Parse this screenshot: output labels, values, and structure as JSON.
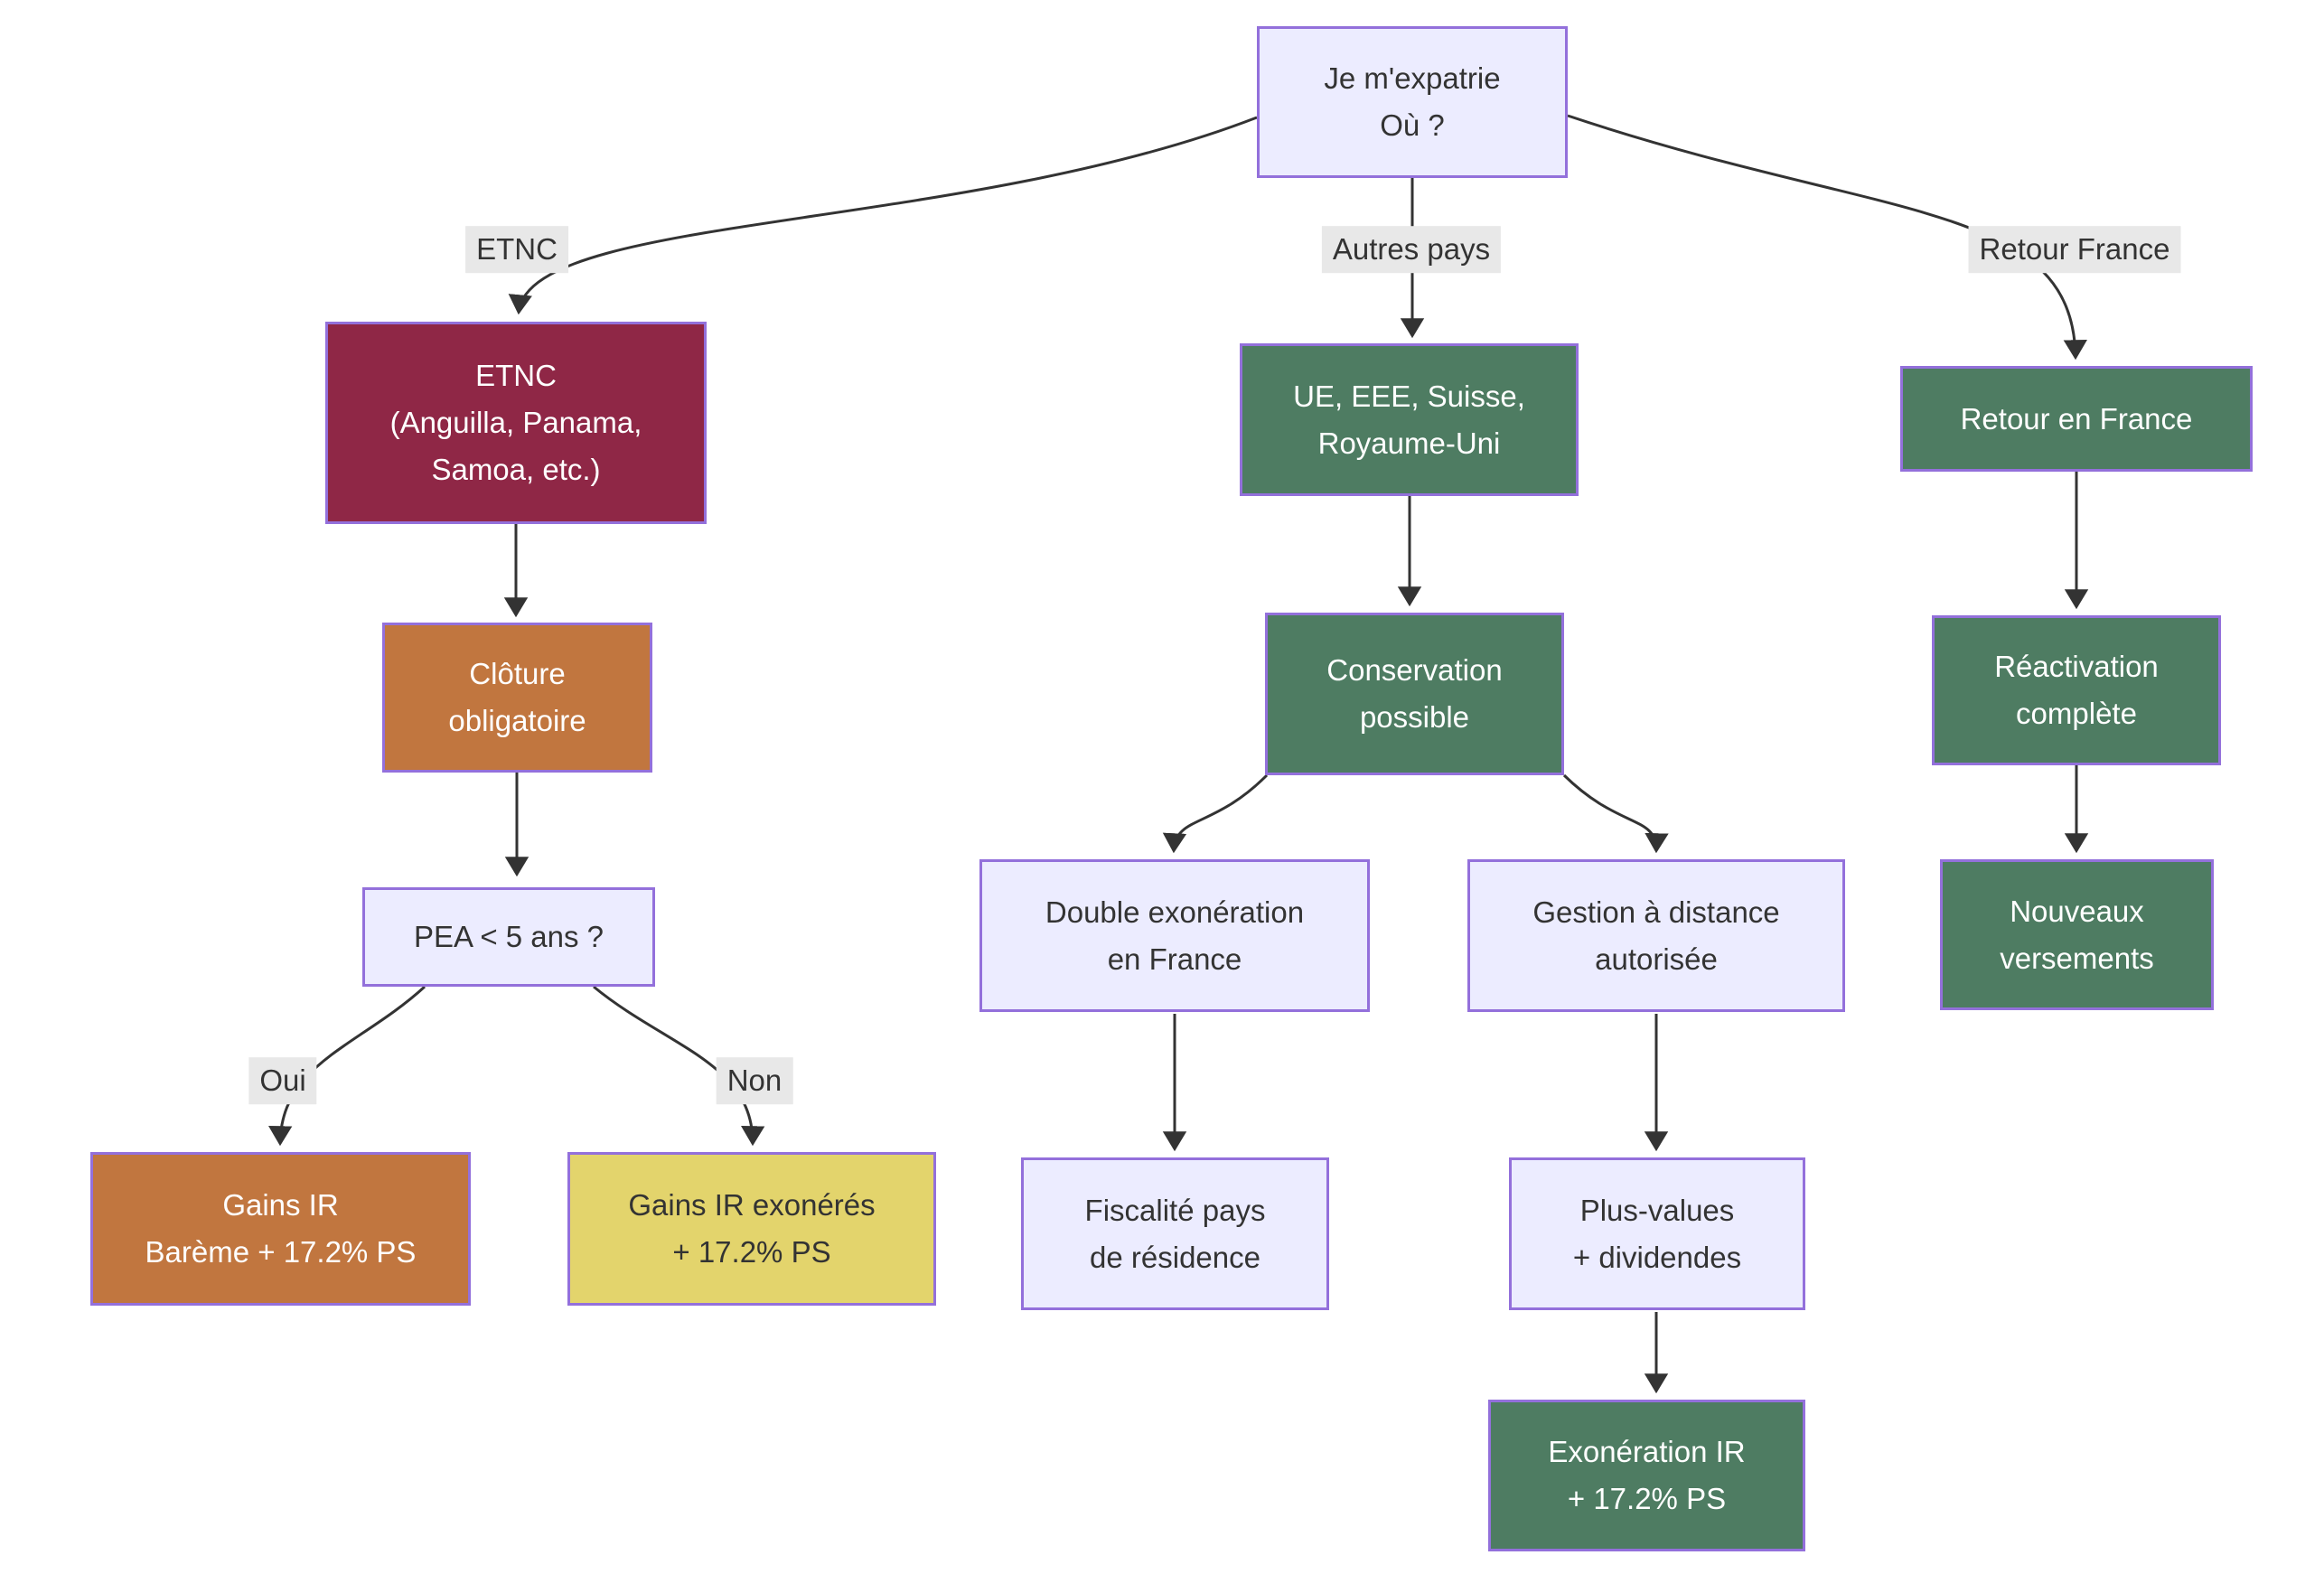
{
  "colors": {
    "lavender_fill": "#ECECFF",
    "node_border": "#9370DB",
    "red_fill": "#8F2746",
    "orange_fill": "#C1763F",
    "yellow_fill": "#E3D46C",
    "green_fill": "#4E7C62",
    "edge_label_bg": "#E8E8E8",
    "line_color": "#333333",
    "text_dark": "#333333",
    "text_light": "#FFFFFF",
    "canvas_bg": "#FFFFFF"
  },
  "nodes": {
    "root": {
      "lines": [
        "Je m'expatrie",
        "Où ?"
      ]
    },
    "etnc": {
      "lines": [
        "ETNC",
        "(Anguilla, Panama,",
        "Samoa, etc.)"
      ]
    },
    "ue": {
      "lines": [
        "UE, EEE, Suisse,",
        "Royaume-Uni"
      ]
    },
    "retour": {
      "lines": [
        "Retour en France"
      ]
    },
    "cloture": {
      "lines": [
        "Clôture",
        "obligatoire"
      ]
    },
    "conservation": {
      "lines": [
        "Conservation",
        "possible"
      ]
    },
    "reactivation": {
      "lines": [
        "Réactivation",
        "complète"
      ]
    },
    "pea": {
      "lines": [
        "PEA < 5 ans ?"
      ]
    },
    "double_exo": {
      "lines": [
        "Double exonération",
        "en France"
      ]
    },
    "gestion": {
      "lines": [
        "Gestion à distance",
        "autorisée"
      ]
    },
    "nouveaux": {
      "lines": [
        "Nouveaux",
        "versements"
      ]
    },
    "gains_ir": {
      "lines": [
        "Gains IR",
        "Barème + 17.2% PS"
      ]
    },
    "gains_exo": {
      "lines": [
        "Gains IR exonérés",
        "+ 17.2% PS"
      ]
    },
    "fiscalite": {
      "lines": [
        "Fiscalité pays",
        "de résidence"
      ]
    },
    "plus_values": {
      "lines": [
        "Plus-values",
        "+ dividendes"
      ]
    },
    "exoneration": {
      "lines": [
        "Exonération IR",
        "+ 17.2% PS"
      ]
    }
  },
  "edge_labels": {
    "etnc": "ETNC",
    "autres_pays": "Autres pays",
    "retour_france": "Retour France",
    "oui": "Oui",
    "non": "Non"
  },
  "edges": [
    {
      "from": "root",
      "to": "etnc",
      "label": "ETNC"
    },
    {
      "from": "root",
      "to": "ue",
      "label": "Autres pays"
    },
    {
      "from": "root",
      "to": "retour",
      "label": "Retour France"
    },
    {
      "from": "etnc",
      "to": "cloture",
      "label": ""
    },
    {
      "from": "cloture",
      "to": "pea",
      "label": ""
    },
    {
      "from": "pea",
      "to": "gains_ir",
      "label": "Oui"
    },
    {
      "from": "pea",
      "to": "gains_exo",
      "label": "Non"
    },
    {
      "from": "ue",
      "to": "conservation",
      "label": ""
    },
    {
      "from": "conservation",
      "to": "double_exo",
      "label": ""
    },
    {
      "from": "conservation",
      "to": "gestion",
      "label": ""
    },
    {
      "from": "double_exo",
      "to": "fiscalite",
      "label": ""
    },
    {
      "from": "gestion",
      "to": "plus_values",
      "label": ""
    },
    {
      "from": "plus_values",
      "to": "exoneration",
      "label": ""
    },
    {
      "from": "retour",
      "to": "reactivation",
      "label": ""
    },
    {
      "from": "reactivation",
      "to": "nouveaux",
      "label": ""
    }
  ]
}
